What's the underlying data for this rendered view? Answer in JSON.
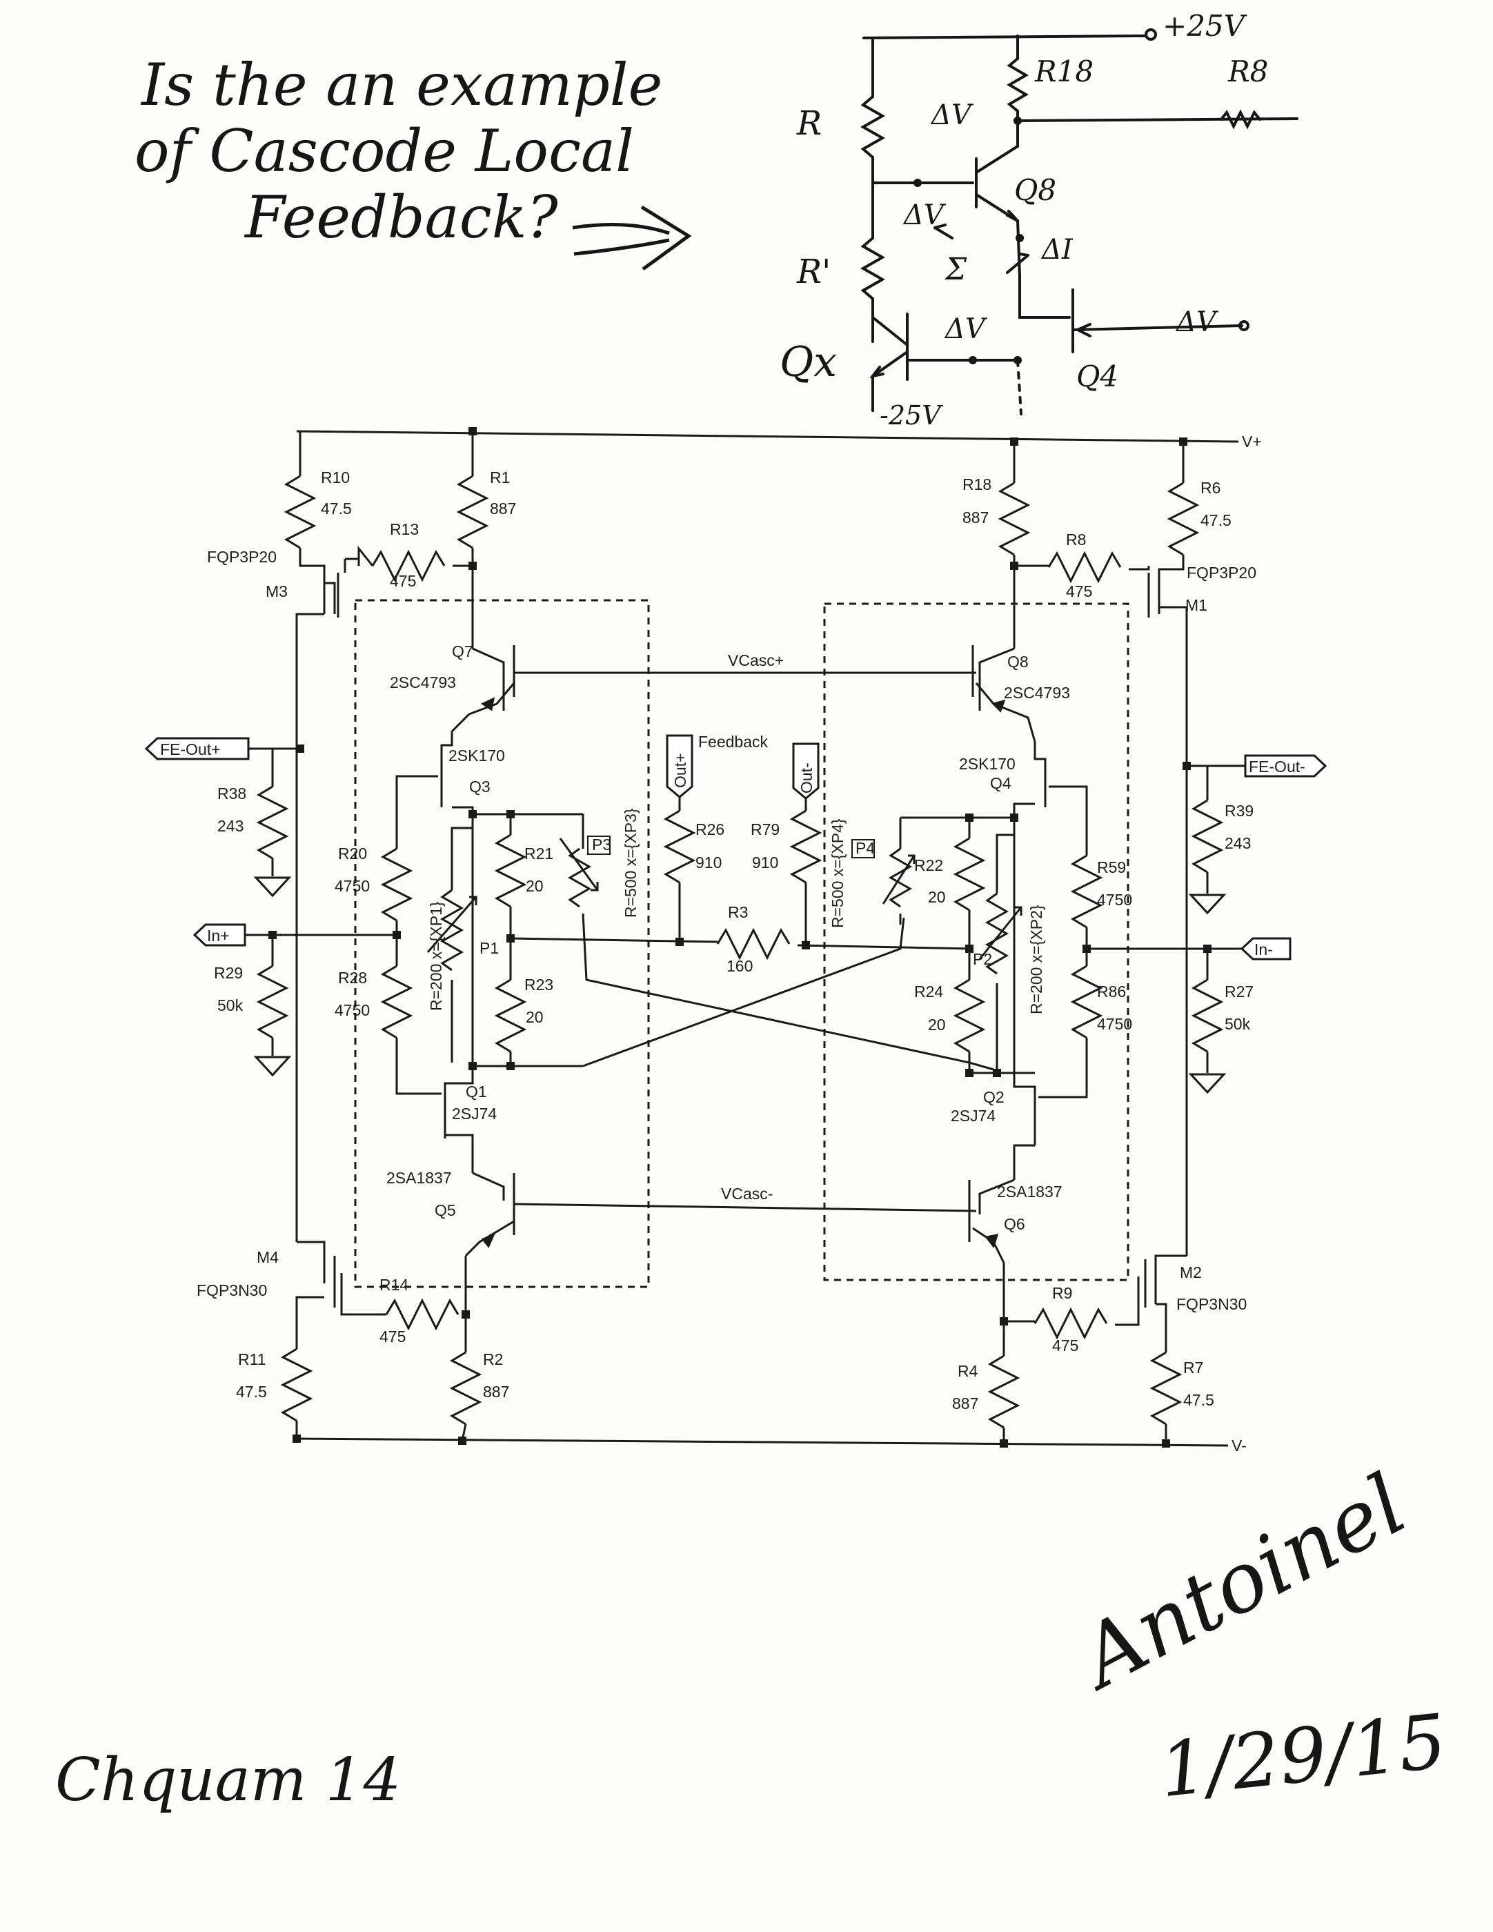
{
  "handwriting": {
    "question": [
      "Is the an example",
      "of Cascode Local",
      "Feedback?"
    ],
    "author_note": "Chquam 14",
    "signature": "Antoinel",
    "date": "1/29/15"
  },
  "sketch": {
    "supply_pos": "+25V",
    "supply_neg": "-25V",
    "labels": {
      "R": "R",
      "Rp": "R'",
      "Qx": "Qx",
      "R18": "R18",
      "R8": "R8",
      "Q8": "Q8",
      "Q4": "Q4",
      "sum": "Σ",
      "vsym": "ΔV",
      "isym": "ΔI"
    }
  },
  "schematic": {
    "rails": {
      "pos": "V+",
      "neg": "V-"
    },
    "ports": {
      "fe_out_pos": "FE-Out+",
      "fe_out_neg": "FE-Out-",
      "in_pos": "In+",
      "in_neg": "In-",
      "out_pos": "Out+",
      "out_neg": "Out-"
    },
    "nets": {
      "vcasc_pos": "VCasc+",
      "vcasc_neg": "VCasc-",
      "feedback": "Feedback"
    },
    "resistors": {
      "R10": [
        "R10",
        "47.5"
      ],
      "R1": [
        "R1",
        "887"
      ],
      "R13": [
        "R13",
        "475"
      ],
      "R18": [
        "R18",
        "887"
      ],
      "R6": [
        "R6",
        "47.5"
      ],
      "R8": [
        "R8",
        "475"
      ],
      "R38": [
        "R38",
        "243"
      ],
      "R29": [
        "R29",
        "50k"
      ],
      "R20": [
        "R20",
        "4750"
      ],
      "R28": [
        "R28",
        "4750"
      ],
      "R21": [
        "R21",
        "20"
      ],
      "R23": [
        "R23",
        "20"
      ],
      "R26": [
        "R26",
        "910"
      ],
      "R79": [
        "R79",
        "910"
      ],
      "R3": [
        "R3",
        "160"
      ],
      "R22": [
        "R22",
        "20"
      ],
      "R24": [
        "R24",
        "20"
      ],
      "R59": [
        "R59",
        "4750"
      ],
      "R86": [
        "R86",
        "4750"
      ],
      "R39": [
        "R39",
        "243"
      ],
      "R27": [
        "R27",
        "50k"
      ],
      "R14": [
        "R14",
        "475"
      ],
      "R2": [
        "R2",
        "887"
      ],
      "R11": [
        "R11",
        "47.5"
      ],
      "R9": [
        "R9",
        "475"
      ],
      "R4": [
        "R4",
        "887"
      ],
      "R7": [
        "R7",
        "47.5"
      ]
    },
    "pots": {
      "P1": [
        "P1",
        "R=200 x={XP1}"
      ],
      "P2": [
        "P2",
        "R=200 x={XP2}"
      ],
      "P3": [
        "P3",
        "R=500 x={XP3}"
      ],
      "P4": [
        "P4",
        "R=500 x={XP4}"
      ]
    },
    "transistors": {
      "Q7": [
        "Q7",
        "2SC4793"
      ],
      "Q8": [
        "Q8",
        "2SC4793"
      ],
      "Q3": [
        "Q3",
        "2SK170"
      ],
      "Q4": [
        "Q4",
        "2SK170"
      ],
      "Q1": [
        "Q1",
        "2SJ74"
      ],
      "Q2": [
        "Q2",
        "2SJ74"
      ],
      "Q5": [
        "Q5",
        "2SA1837"
      ],
      "Q6": [
        "Q6",
        "2SA1837"
      ],
      "M3": [
        "M3",
        "FQP3P20"
      ],
      "M1": [
        "M1",
        "FQP3P20"
      ],
      "M4": [
        "M4",
        "FQP3N30"
      ],
      "M2": [
        "M2",
        "FQP3N30"
      ]
    }
  }
}
